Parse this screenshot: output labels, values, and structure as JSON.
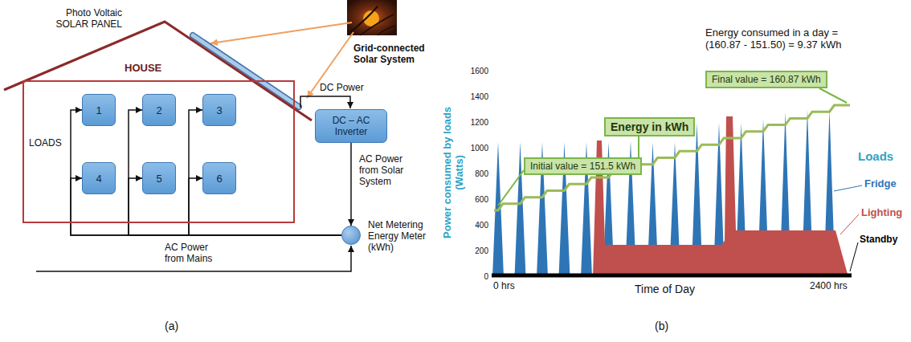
{
  "diagram": {
    "nodes": [
      {
        "text": [
          "HOUSE"
        ]
      },
      {
        "text": [
          "LOADS"
        ],
        "in": 0
      },
      {
        "text": [
          "1"
        ],
        "in": 1
      },
      {
        "text": [
          "2"
        ],
        "in": 1
      },
      {
        "text": [
          "3"
        ],
        "in": 1
      },
      {
        "text": [
          "4"
        ],
        "in": 1
      },
      {
        "text": [
          "5"
        ],
        "in": 1
      },
      {
        "text": [
          "6"
        ],
        "in": 1
      },
      {
        "text": [
          "DC – AC Inverter"
        ]
      },
      {
        "text": [
          "Net Metering Energy Meter (kWh)"
        ]
      },
      {
        "text": [
          "Energy in kWh"
        ]
      },
      {
        "text": [
          "Initial value = 151.5 kWh"
        ]
      },
      {
        "text": [
          "Final value = 160.87 kWh"
        ]
      }
    ],
    "edges": [
      {
        "from": 8,
        "to": 9,
        "arrow": "to",
        "label": "AC Power from Solar System"
      },
      {
        "from": 9,
        "to": 2,
        "arrow": "to"
      },
      {
        "from": 9,
        "to": 3,
        "arrow": "to"
      },
      {
        "from": 9,
        "to": 4,
        "arrow": "to"
      },
      {
        "from": 9,
        "to": 5,
        "arrow": "to"
      },
      {
        "from": 9,
        "to": 6,
        "arrow": "to"
      },
      {
        "from": 9,
        "to": 7,
        "arrow": "to"
      }
    ],
    "labels": [
      "Photo Voltaic SOLAR PANEL",
      "Grid-connected Solar System",
      "DC Power",
      "AC Power from Mains",
      "(a)",
      "Energy consumed in a day = (160.87 - 151.50) = 9.37 kWh",
      "1600",
      "1400",
      "1200",
      "1000",
      "800",
      "600",
      "400",
      "200",
      "0",
      "Power consumed by loads (Watts)",
      "0 hrs",
      "Time of Day",
      "2400 hrs",
      "Loads",
      "Fridge",
      "Lighting",
      "Standby",
      "(b)"
    ]
  }
}
